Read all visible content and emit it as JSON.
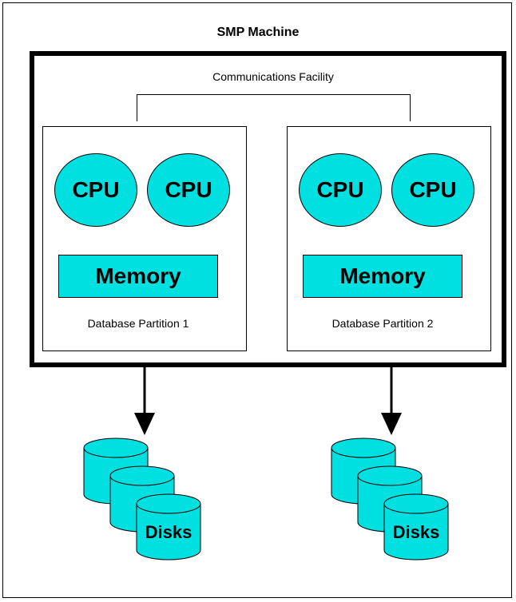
{
  "diagram": {
    "title": "SMP Machine",
    "communications_label": "Communications Facility",
    "colors": {
      "component_fill": "#00e0e0",
      "stroke": "#000000",
      "background": "#ffffff"
    },
    "partitions": [
      {
        "label": "Database Partition 1",
        "cpus": [
          "CPU",
          "CPU"
        ],
        "memory_label": "Memory"
      },
      {
        "label": "Database Partition 2",
        "cpus": [
          "CPU",
          "CPU"
        ],
        "memory_label": "Memory"
      }
    ],
    "disk_groups": [
      {
        "label": "Disks"
      },
      {
        "label": "Disks"
      }
    ]
  }
}
